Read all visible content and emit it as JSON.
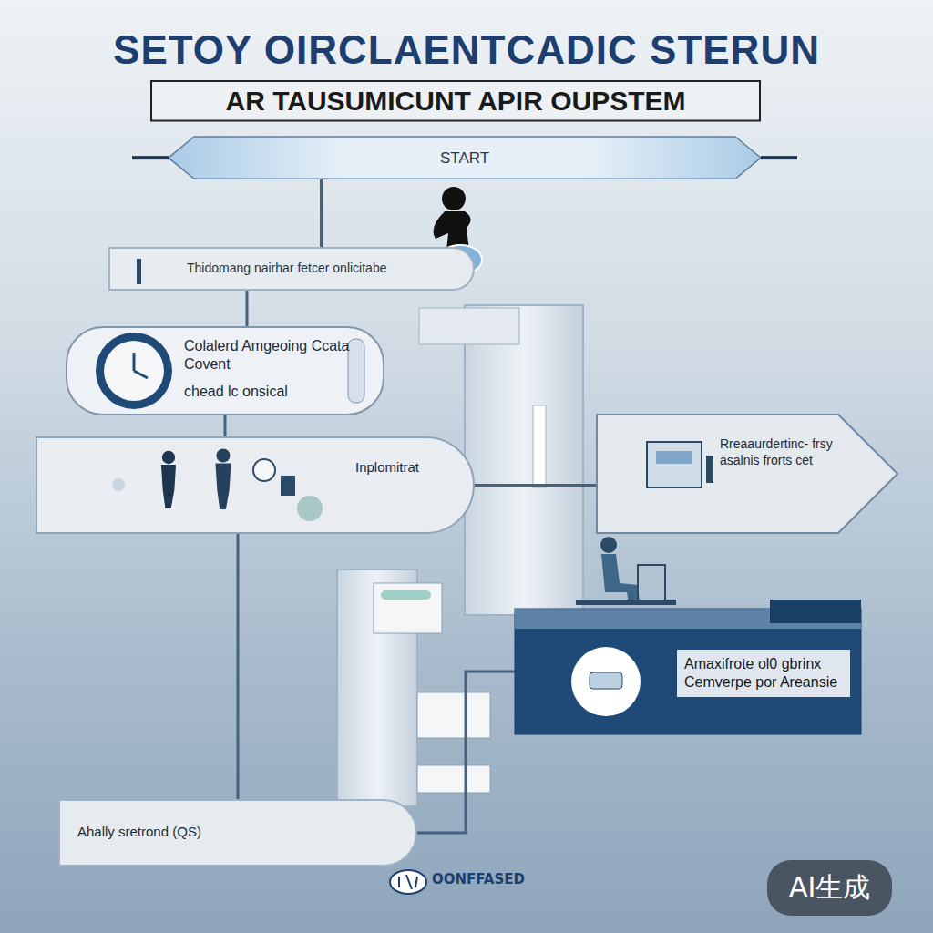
{
  "diagram": {
    "title": "SETOY OIRCLAENTCADIC STERUN",
    "nodes": [
      {
        "text": [
          "AR TAUSUMICUNT APIR OUPSTEM"
        ]
      },
      {
        "text": [
          "START"
        ]
      },
      {
        "text": [
          "Thidomang nairhar fetcer onlicitabe"
        ]
      },
      {
        "text": [
          "Colalerd Amgeoing Ccata Covent",
          "chead lc onsical"
        ]
      },
      {
        "text": [
          "Inplomitrat"
        ]
      },
      {
        "text": [
          "Rreaaurdertinc- frsy asalnis frorts cet"
        ]
      },
      {
        "text": [
          "Amaxifrote ol0 gbrinx Cemverpe por Areansie"
        ]
      },
      {
        "text": [
          "Ahally sretrond (QS)"
        ]
      }
    ],
    "edges": [
      {
        "from": 1,
        "to": 2,
        "arrow": "none"
      },
      {
        "from": 2,
        "to": 3,
        "arrow": "none"
      },
      {
        "from": 3,
        "to": 4,
        "arrow": "none"
      },
      {
        "from": 4,
        "to": 5,
        "arrow": "none"
      },
      {
        "from": 4,
        "to": 7,
        "arrow": "none"
      },
      {
        "from": 7,
        "to": 6,
        "arrow": "none"
      }
    ],
    "labels": [
      "OONFFASED",
      "AI生成"
    ]
  }
}
